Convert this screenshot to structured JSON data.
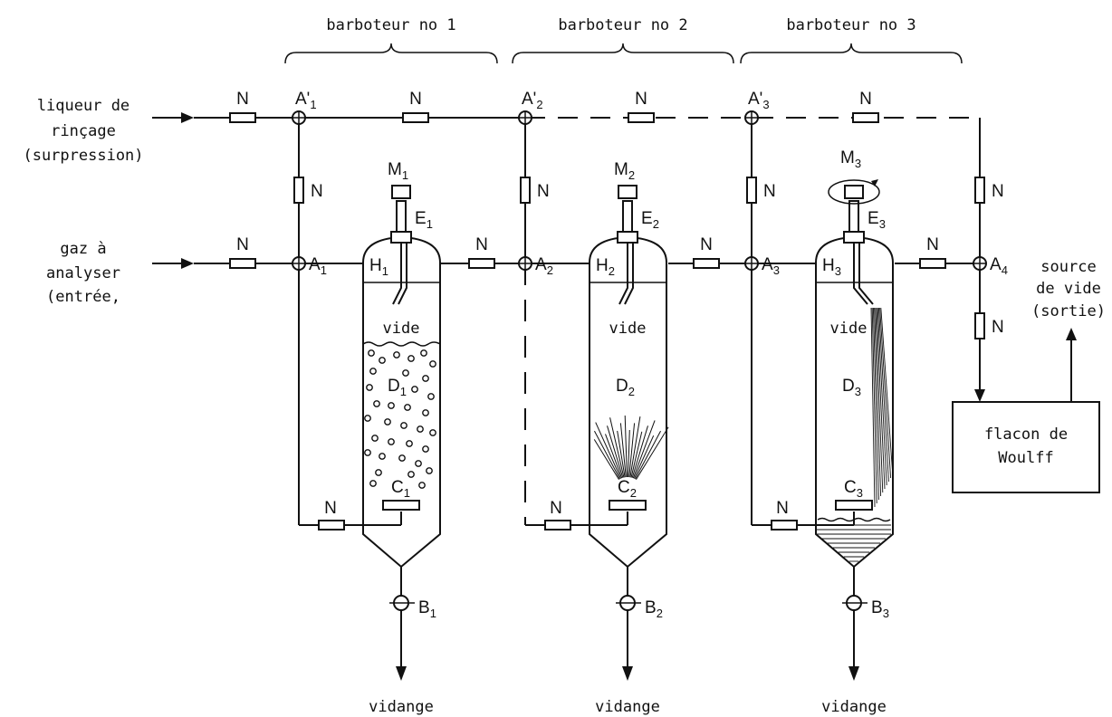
{
  "headers": [
    "barboteur no 1",
    "barboteur no 2",
    "barboteur no 3"
  ],
  "left_labels": {
    "rinse": [
      "liqueur de",
      "rinçage",
      "(surpression)"
    ],
    "gas": [
      "gaz à",
      "analyser",
      "(entrée,"
    ]
  },
  "right_labels": {
    "vacuum": [
      "source",
      "de vide",
      "(sortie)"
    ],
    "flask": [
      "flacon de",
      "Woulff"
    ]
  },
  "valve_label": "N",
  "vessel_fill_label": "vide",
  "drain_label": "vidange",
  "node_letters": {
    "A": "A",
    "A_prime": "A'",
    "B": "B",
    "C": "C",
    "D": "D",
    "E": "E",
    "H": "H",
    "M": "M"
  },
  "indices": {
    "i1": "1",
    "i2": "2",
    "i3": "3",
    "i4": "4"
  },
  "colors": {
    "ink": "#111111",
    "paper": "#ffffff"
  }
}
